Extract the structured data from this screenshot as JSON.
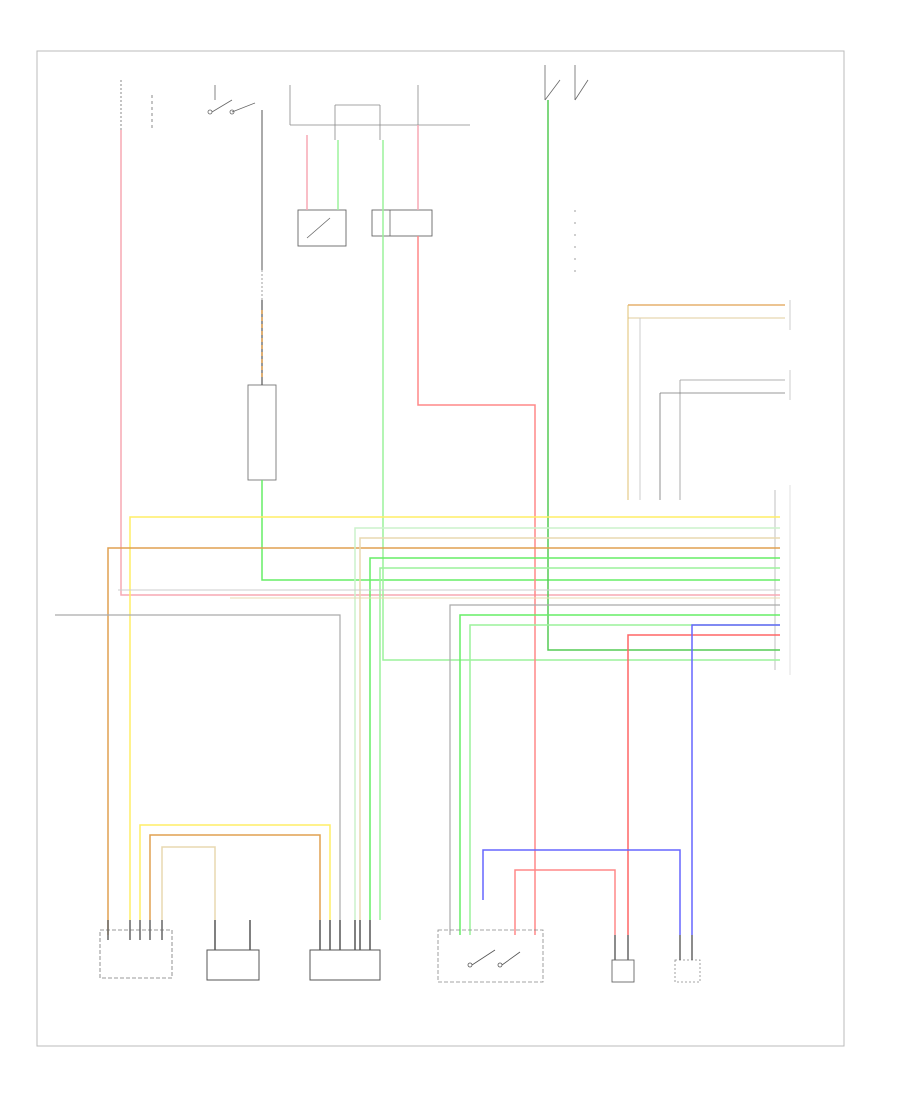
{
  "wire_colors": {
    "pink": "#f7a8b4",
    "green": "#66ee66",
    "light_green": "#9cf29c",
    "yellow": "#ffee66",
    "orange": "#e0a050",
    "tan": "#e8d8b0",
    "blue": "#6666ff",
    "red": "#ff6666",
    "gray": "#aaaaaa",
    "black": "#444444"
  },
  "figure": {
    "id": ""
  },
  "components": [
    {
      "id": "fuse-top-1",
      "label": ""
    },
    {
      "id": "ignition-switch",
      "label": ""
    },
    {
      "id": "fuse-top-2",
      "label": ""
    },
    {
      "id": "fuse-top-3",
      "label": ""
    },
    {
      "id": "stoplight-switch",
      "label": ""
    },
    {
      "id": "stop-light-relay",
      "label": ""
    },
    {
      "id": "neutral-start-relay",
      "label": ""
    },
    {
      "id": "combination-meter",
      "label": ""
    },
    {
      "id": "top-switch-pair",
      "label": ""
    },
    {
      "id": "connector-group-right",
      "label": ""
    },
    {
      "id": "ecm",
      "label": ""
    },
    {
      "id": "vehicle-speed-sensor",
      "label": ""
    },
    {
      "id": "trans-range-sensor",
      "label": ""
    },
    {
      "id": "shift-solenoid-assy",
      "label": ""
    },
    {
      "id": "overdrive-switch",
      "label": ""
    },
    {
      "id": "shift-lock-switch",
      "label": ""
    },
    {
      "id": "speed-sensor-nt",
      "label": ""
    }
  ],
  "ecm_pins": []
}
